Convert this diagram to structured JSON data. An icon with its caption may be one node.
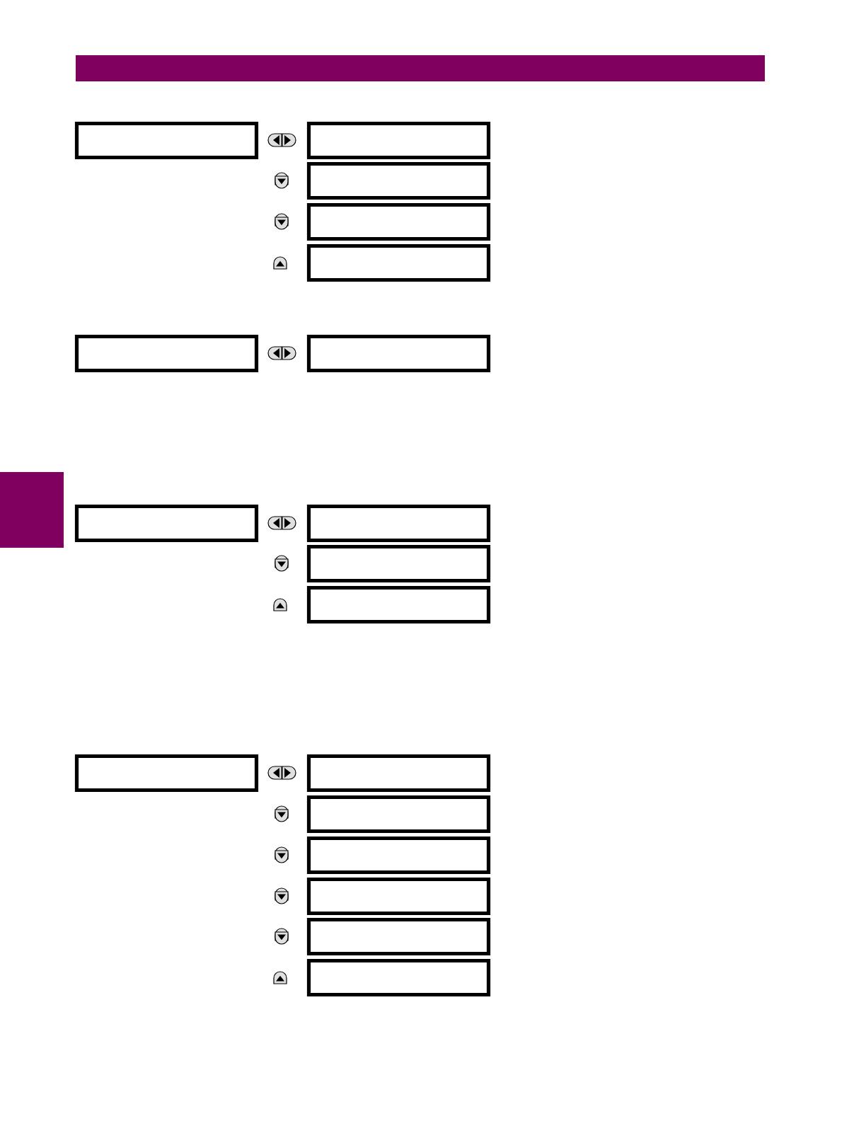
{
  "diagram": {
    "nodes": [
      {
        "text": [],
        "shape": "box"
      },
      {
        "text": [],
        "shape": "box"
      },
      {
        "text": [],
        "shape": "box"
      },
      {
        "text": [],
        "shape": "box"
      },
      {
        "text": [],
        "shape": "box"
      },
      {
        "text": [],
        "shape": "box"
      },
      {
        "text": [],
        "shape": "box"
      },
      {
        "text": [],
        "shape": "box"
      },
      {
        "text": [],
        "shape": "box"
      },
      {
        "text": [],
        "shape": "box"
      },
      {
        "text": [],
        "shape": "box"
      },
      {
        "text": [],
        "shape": "box"
      },
      {
        "text": [],
        "shape": "box"
      },
      {
        "text": [],
        "shape": "box"
      },
      {
        "text": [],
        "shape": "box"
      },
      {
        "text": [],
        "shape": "box"
      },
      {
        "text": [],
        "shape": "box"
      },
      {
        "text": [],
        "shape": "box"
      }
    ]
  }
}
